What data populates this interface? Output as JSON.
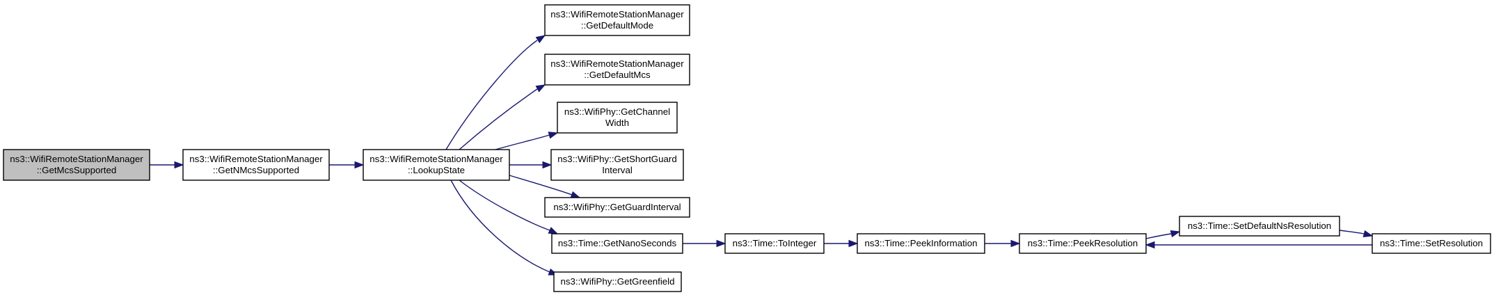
{
  "graph": {
    "nodes": [
      {
        "id": "get_mcs_supported",
        "lines": [
          "ns3::WifiRemoteStationManager",
          "::GetMcsSupported"
        ],
        "highlighted": true
      },
      {
        "id": "get_n_mcs_supported",
        "lines": [
          "ns3::WifiRemoteStationManager",
          "::GetNMcsSupported"
        ]
      },
      {
        "id": "lookup_state",
        "lines": [
          "ns3::WifiRemoteStationManager",
          "::LookupState"
        ]
      },
      {
        "id": "get_default_mode",
        "lines": [
          "ns3::WifiRemoteStationManager",
          "::GetDefaultMode"
        ]
      },
      {
        "id": "get_default_mcs",
        "lines": [
          "ns3::WifiRemoteStationManager",
          "::GetDefaultMcs"
        ]
      },
      {
        "id": "get_channel_width",
        "lines": [
          "ns3::WifiPhy::GetChannel",
          "Width"
        ]
      },
      {
        "id": "get_short_guard_interval",
        "lines": [
          "ns3::WifiPhy::GetShortGuard",
          "Interval"
        ]
      },
      {
        "id": "get_guard_interval",
        "lines": [
          "ns3::WifiPhy::GetGuardInterval"
        ]
      },
      {
        "id": "get_nano_seconds",
        "lines": [
          "ns3::Time::GetNanoSeconds"
        ]
      },
      {
        "id": "get_greenfield",
        "lines": [
          "ns3::WifiPhy::GetGreenfield"
        ]
      },
      {
        "id": "to_integer",
        "lines": [
          "ns3::Time::ToInteger"
        ]
      },
      {
        "id": "peek_information",
        "lines": [
          "ns3::Time::PeekInformation"
        ]
      },
      {
        "id": "peek_resolution",
        "lines": [
          "ns3::Time::PeekResolution"
        ]
      },
      {
        "id": "set_default_ns_resolution",
        "lines": [
          "ns3::Time::SetDefaultNsResolution"
        ]
      },
      {
        "id": "set_resolution",
        "lines": [
          "ns3::Time::SetResolution"
        ]
      }
    ],
    "edges": [
      {
        "from": "get_mcs_supported",
        "to": "get_n_mcs_supported"
      },
      {
        "from": "get_n_mcs_supported",
        "to": "lookup_state"
      },
      {
        "from": "lookup_state",
        "to": "get_default_mode"
      },
      {
        "from": "lookup_state",
        "to": "get_default_mcs"
      },
      {
        "from": "lookup_state",
        "to": "get_channel_width"
      },
      {
        "from": "lookup_state",
        "to": "get_short_guard_interval"
      },
      {
        "from": "lookup_state",
        "to": "get_guard_interval"
      },
      {
        "from": "lookup_state",
        "to": "get_nano_seconds"
      },
      {
        "from": "lookup_state",
        "to": "get_greenfield"
      },
      {
        "from": "get_nano_seconds",
        "to": "to_integer"
      },
      {
        "from": "to_integer",
        "to": "peek_information"
      },
      {
        "from": "peek_information",
        "to": "peek_resolution"
      },
      {
        "from": "peek_resolution",
        "to": "set_default_ns_resolution"
      },
      {
        "from": "set_default_ns_resolution",
        "to": "set_resolution"
      },
      {
        "from": "set_resolution",
        "to": "peek_resolution"
      }
    ],
    "colors": {
      "edge": "#191970",
      "highlight_fill": "#bfbfbf",
      "node_fill": "#ffffff",
      "node_border": "#000000"
    }
  }
}
